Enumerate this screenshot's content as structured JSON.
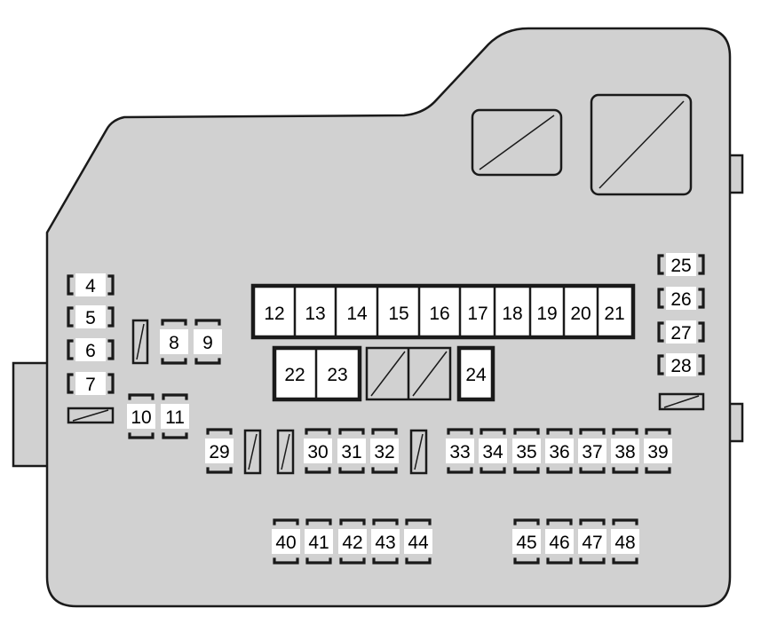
{
  "fuse_labels": {
    "f4": "4",
    "f5": "5",
    "f6": "6",
    "f7": "7",
    "f8": "8",
    "f9": "9",
    "f10": "10",
    "f11": "11",
    "f12": "12",
    "f13": "13",
    "f14": "14",
    "f15": "15",
    "f16": "16",
    "f17": "17",
    "f18": "18",
    "f19": "19",
    "f20": "20",
    "f21": "21",
    "f22": "22",
    "f23": "23",
    "f24": "24",
    "f25": "25",
    "f26": "26",
    "f27": "27",
    "f28": "28",
    "f29": "29",
    "f30": "30",
    "f31": "31",
    "f32": "32",
    "f33": "33",
    "f34": "34",
    "f35": "35",
    "f36": "36",
    "f37": "37",
    "f38": "38",
    "f39": "39",
    "f40": "40",
    "f41": "41",
    "f42": "42",
    "f43": "43",
    "f44": "44",
    "f45": "45",
    "f46": "46",
    "f47": "47",
    "f48": "48"
  },
  "colors": {
    "housing": "#d1d1d1",
    "outline": "#1a1a1a",
    "label_bg": "#ffffff"
  }
}
